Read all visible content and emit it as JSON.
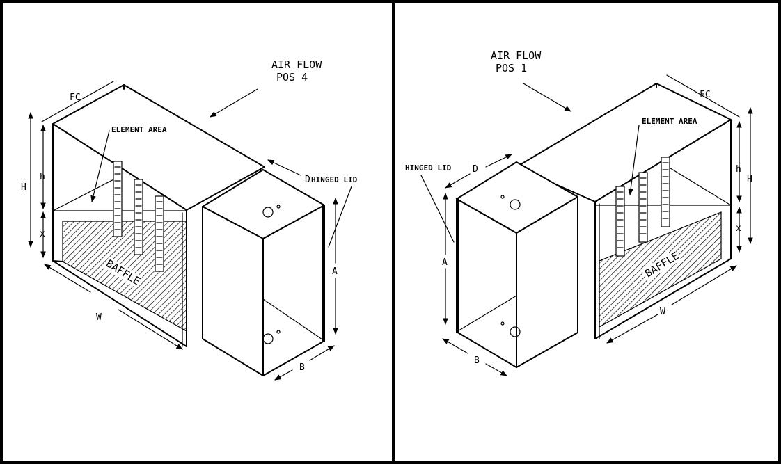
{
  "left_panel": {
    "airflow_line1": "AIR FLOW",
    "airflow_line2": "POS 4",
    "element_area": "ELEMENT AREA",
    "hinged_lid": "HINGED LID",
    "baffle": "BAFFLE",
    "dims": {
      "fc": "FC",
      "h_upper": "H",
      "h_lower": "h",
      "x": "x",
      "w": "W",
      "d": "D",
      "a": "A",
      "b": "B"
    }
  },
  "right_panel": {
    "airflow_line1": "AIR FLOW",
    "airflow_line2": "POS 1",
    "element_area": "ELEMENT AREA",
    "hinged_lid": "HINGED LID",
    "baffle": "BAFFLE",
    "dims": {
      "fc": "FC",
      "h_upper": "H",
      "h_lower": "h",
      "x": "x",
      "w": "W",
      "d": "D",
      "a": "A",
      "b": "B"
    }
  }
}
